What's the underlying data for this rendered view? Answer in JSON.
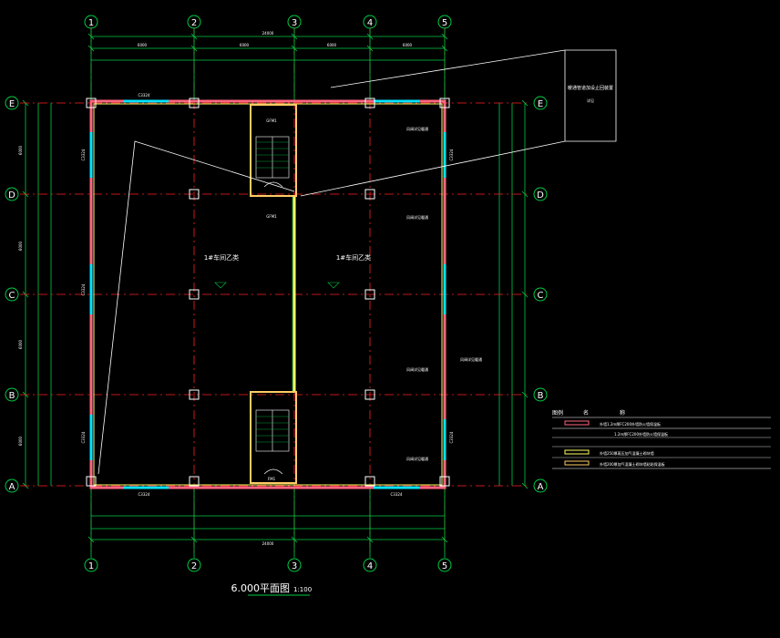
{
  "drawing": {
    "title": "6.000平面图",
    "scale": "1:100"
  },
  "grid": {
    "columns": [
      "1",
      "2",
      "3",
      "4",
      "5"
    ],
    "rows": [
      "E",
      "D",
      "C",
      "B",
      "A"
    ]
  },
  "dimensions": {
    "total": "24000",
    "top_bays": [
      "6000",
      "6000",
      "6000",
      "6000"
    ],
    "left_bays": [
      "6000",
      "6000",
      "6000",
      "6000"
    ]
  },
  "rooms": {
    "left": "1#车间乙类",
    "right": "1#车间乙类"
  },
  "windows": {
    "top_left": "C3324",
    "bottom_left": "C3324",
    "bottom_right": "C3324",
    "left_wall": [
      "C3324",
      "C3324",
      "C3324"
    ],
    "right_wall": [
      "C3324",
      "C3324"
    ],
    "doors": [
      "GFM1",
      "GFM1",
      "FM1"
    ]
  },
  "callouts": {
    "detail_label": "暖通管道加设止回装置",
    "detail_sub": "详见",
    "right_notes": [
      "风阀详见暖通",
      "风阀详见暖通",
      "风阀详见暖通",
      "风阀详见暖通",
      "风阀详见暖通"
    ]
  },
  "legend": {
    "header": [
      "图例",
      "名",
      "称"
    ],
    "items": [
      {
        "color": "#ff6680",
        "text": "外墙1.2m厚FC200外墙防火墙保温板"
      },
      {
        "color": "#ff6680",
        "text": "1.2m厚FC200外墙防火墙保温板"
      },
      {
        "color": "#ffff66",
        "text": "外墙250厚蒸压加气混凝土砌块墙"
      },
      {
        "color": "#ffcc66",
        "text": "外墙200厚加气混凝土砌块墙粘贴保温板"
      }
    ]
  }
}
